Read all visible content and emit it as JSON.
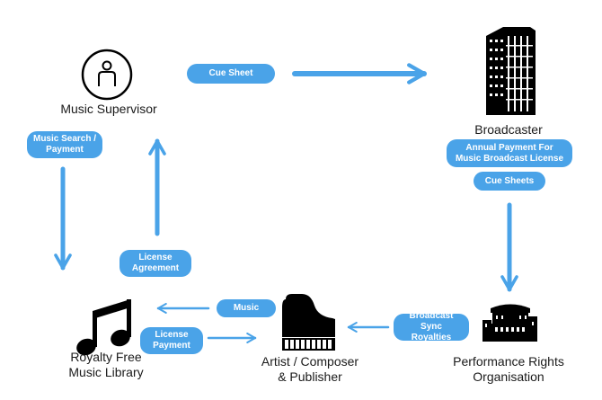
{
  "nodes": {
    "music_supervisor": "Music Supervisor",
    "broadcaster": "Broadcaster",
    "royalty_free_line1": "Royalty Free",
    "royalty_free_line2": "Music Library",
    "artist_line1": "Artist / Composer",
    "artist_line2": "& Publisher",
    "pro_line1": "Performance Rights",
    "pro_line2": "Organisation"
  },
  "edges": {
    "cue_sheet": "Cue Sheet",
    "music_search_line1": "Music Search /",
    "music_search_line2": "Payment",
    "license_agreement_line1": "License",
    "license_agreement_line2": "Agreement",
    "annual_payment_line1": "Annual Payment For",
    "annual_payment_line2": "Music Broadcast License",
    "cue_sheets": "Cue Sheets",
    "music": "Music",
    "license_payment_line1": "License",
    "license_payment_line2": "Payment",
    "broadcast_sync_line1": "Broadcast Sync",
    "broadcast_sync_line2": "Royalties"
  },
  "colors": {
    "arrow": "#4aa3e8",
    "pill": "#4aa3e8",
    "icon": "#000000"
  },
  "icons": [
    "person-icon",
    "building-icon",
    "music-note-icon",
    "grand-piano-icon",
    "theater-building-icon"
  ]
}
